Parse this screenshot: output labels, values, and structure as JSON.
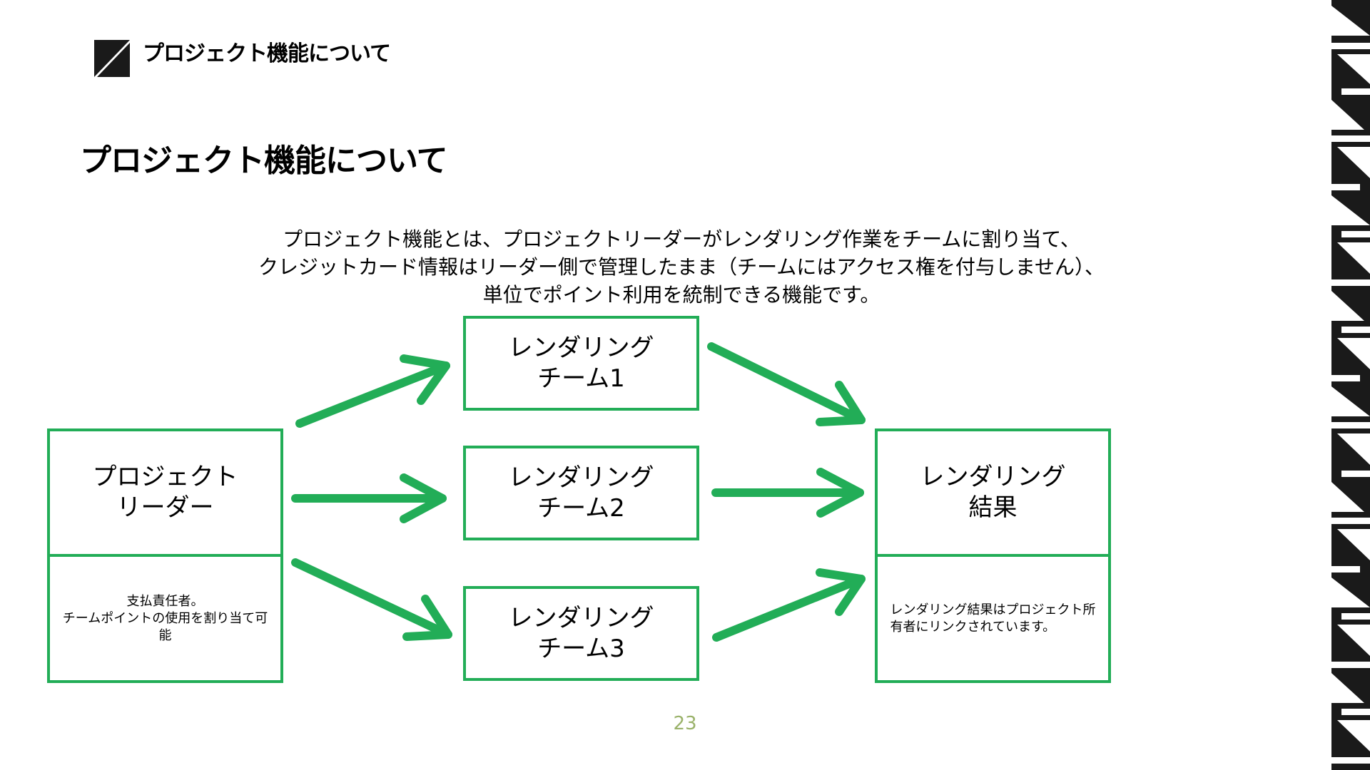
{
  "header": {
    "title": "プロジェクト機能について"
  },
  "main": {
    "title": "プロジェクト機能について",
    "intro": [
      "プロジェクト機能とは、プロジェクトリーダーがレンダリング作業をチームに割り当て、",
      "クレジットカード情報はリーダー側で管理したまま（チームにはアクセス権を付与しません）、",
      "単位でポイント利用を統制できる機能です。"
    ]
  },
  "diagram": {
    "leader": {
      "title": [
        "プロジェクト",
        "リーダー"
      ],
      "note": [
        "支払責任者。",
        "チームポイントの使用を割り当て可",
        "能"
      ]
    },
    "teams": [
      {
        "title": [
          "レンダリング",
          "チーム1"
        ]
      },
      {
        "title": [
          "レンダリング",
          "チーム2"
        ]
      },
      {
        "title": [
          "レンダリング",
          "チーム3"
        ]
      }
    ],
    "result": {
      "title": [
        "レンダリング",
        "結果"
      ],
      "note": [
        "レンダリング結果はプロジェクト所",
        "有者にリンクされています。"
      ]
    }
  },
  "footer": {
    "page_number": "23"
  },
  "colors": {
    "accent_green": "#22ad57",
    "page_number": "#9ab26a",
    "dark": "#1a1a1a"
  },
  "icons": {
    "logo": "diagonal-square-logo-icon",
    "decoration": "geometric-border-pattern"
  }
}
